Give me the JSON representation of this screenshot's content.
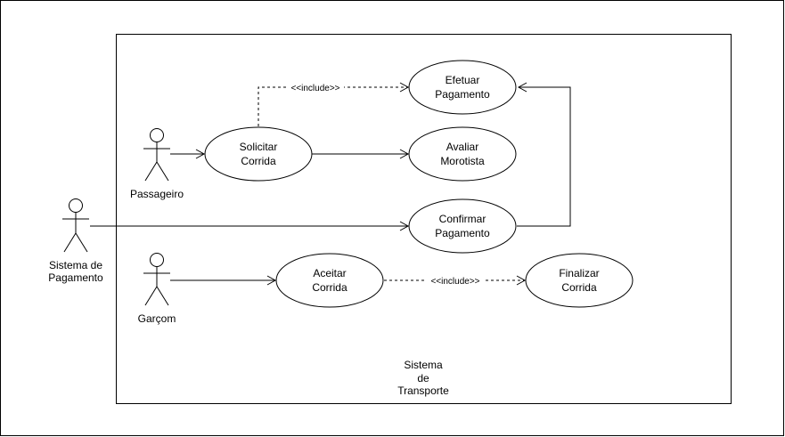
{
  "diagram": {
    "system_label_line1": "Sistema",
    "system_label_line2": "de",
    "system_label_line3": "Transporte",
    "include_label_top": "<<include>>",
    "include_label_bottom": "<<include>>"
  },
  "actors": {
    "passageiro": "Passageiro",
    "sistema_pagamento_line1": "Sistema de",
    "sistema_pagamento_line2": "Pagamento",
    "garcom": "Garçom"
  },
  "use_cases": {
    "efetuar_line1": "Efetuar",
    "efetuar_line2": "Pagamento",
    "solicitar_line1": "Solicitar",
    "solicitar_line2": "Corrida",
    "avaliar_line1": "Avaliar",
    "avaliar_line2": "Morotista",
    "confirmar_line1": "Confirmar",
    "confirmar_line2": "Pagamento",
    "aceitar_line1": "Aceitar",
    "aceitar_line2": "Corrida",
    "finalizar_line1": "Finalizar",
    "finalizar_line2": "Corrida"
  }
}
